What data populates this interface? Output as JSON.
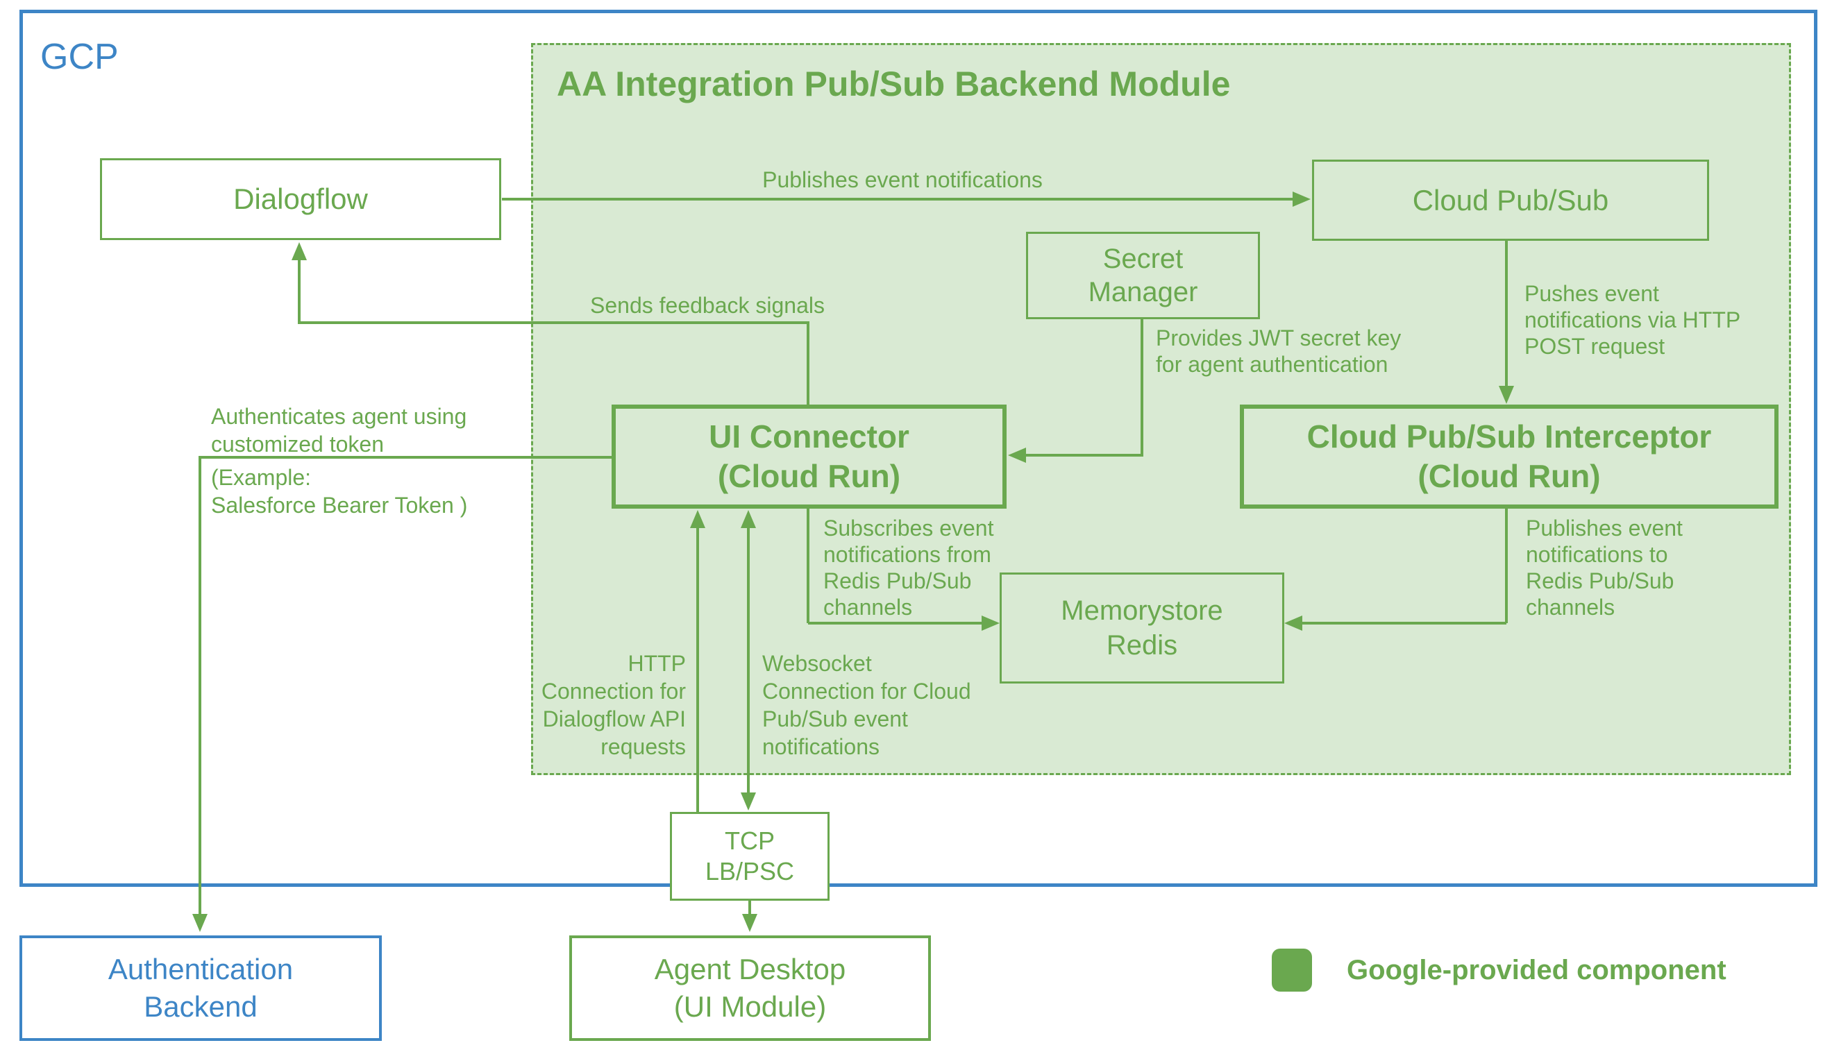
{
  "colors": {
    "green": "#6aa84f",
    "light_green_fill": "#d9ead3",
    "blue": "#3d85c6",
    "white": "#ffffff"
  },
  "outer": {
    "label": "GCP"
  },
  "module": {
    "title": "AA Integration Pub/Sub Backend Module"
  },
  "nodes": {
    "dialogflow": {
      "label": "Dialogflow"
    },
    "cloud_pubsub": {
      "label": "Cloud Pub/Sub"
    },
    "secret_manager": {
      "label": "Secret\nManager"
    },
    "ui_connector": {
      "label": "UI Connector\n(Cloud Run)"
    },
    "interceptor": {
      "label": "Cloud Pub/Sub Interceptor\n(Cloud Run)"
    },
    "memorystore": {
      "label": "Memorystore\nRedis"
    },
    "tcp_lb": {
      "label": "TCP\nLB/PSC"
    },
    "agent_desktop": {
      "label": "Agent Desktop\n(UI Module)"
    },
    "auth_backend": {
      "label": "Authentication\nBackend"
    }
  },
  "edges": {
    "publishes_notifications": "Publishes event notifications",
    "sends_feedback": "Sends feedback signals",
    "provides_jwt": "Provides JWT secret key\nfor agent authentication",
    "pushes_event": "Pushes event\nnotifications via HTTP\nPOST request",
    "authenticates_line1": "Authenticates agent using\ncustomized token",
    "authenticates_line2": "(Example:\nSalesforce Bearer Token )",
    "subscribes": "Subscribes event\nnotifications from\nRedis Pub/Sub\nchannels",
    "publishes_redis": "Publishes event\nnotifications to\nRedis Pub/Sub\nchannels",
    "http_connection": "HTTP\nConnection for\nDialogflow API\nrequests",
    "websocket_connection": "Websocket\nConnection for Cloud\nPub/Sub event\nnotifications"
  },
  "legend": {
    "label": "Google-provided component"
  }
}
